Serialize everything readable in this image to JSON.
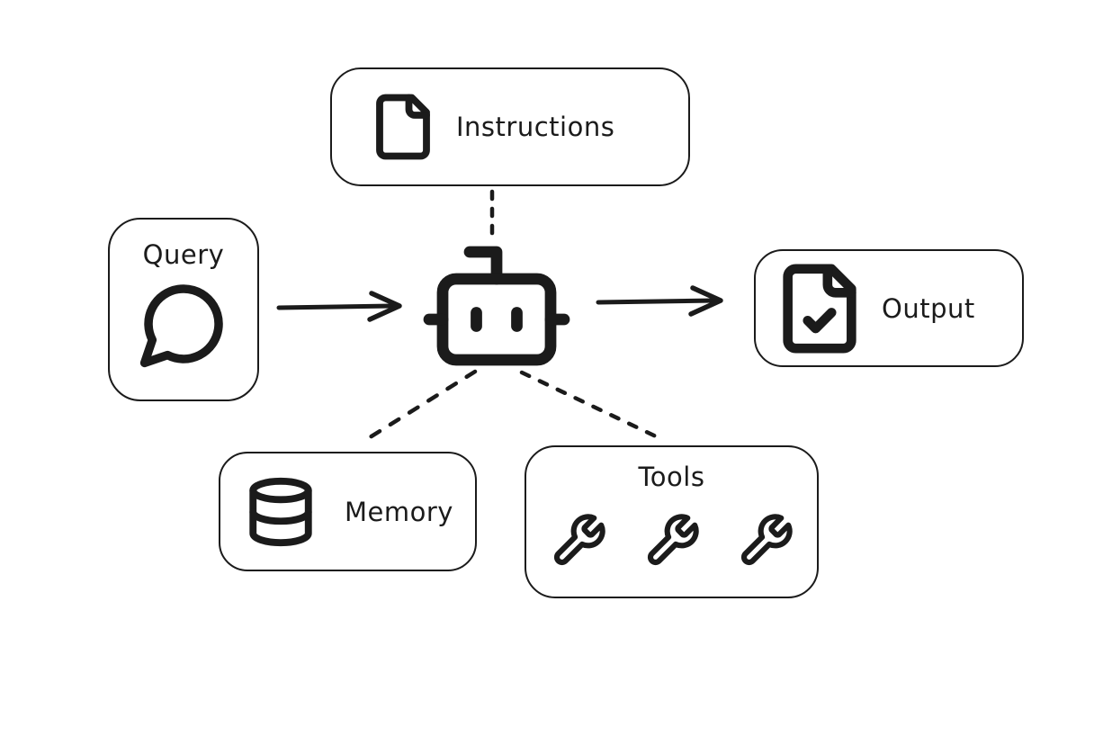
{
  "canvas": {
    "background": "#ffffff",
    "ink": "#1b1b1b"
  },
  "nodes": {
    "instructions": {
      "label": "Instructions",
      "icon": "file-icon"
    },
    "query": {
      "label": "Query",
      "icon": "chat-bubble-icon"
    },
    "agent": {
      "icon": "robot-icon"
    },
    "output": {
      "label": "Output",
      "icon": "file-check-icon"
    },
    "memory": {
      "label": "Memory",
      "icon": "database-icon"
    },
    "tools": {
      "label": "Tools",
      "icons": [
        "wrench-icon",
        "wrench-icon",
        "wrench-icon"
      ]
    }
  },
  "edges": [
    {
      "from": "query",
      "to": "agent",
      "style": "solid-arrow"
    },
    {
      "from": "agent",
      "to": "output",
      "style": "solid-arrow"
    },
    {
      "from": "instructions",
      "to": "agent",
      "style": "dashed"
    },
    {
      "from": "agent",
      "to": "memory",
      "style": "dashed"
    },
    {
      "from": "agent",
      "to": "tools",
      "style": "dashed"
    }
  ]
}
